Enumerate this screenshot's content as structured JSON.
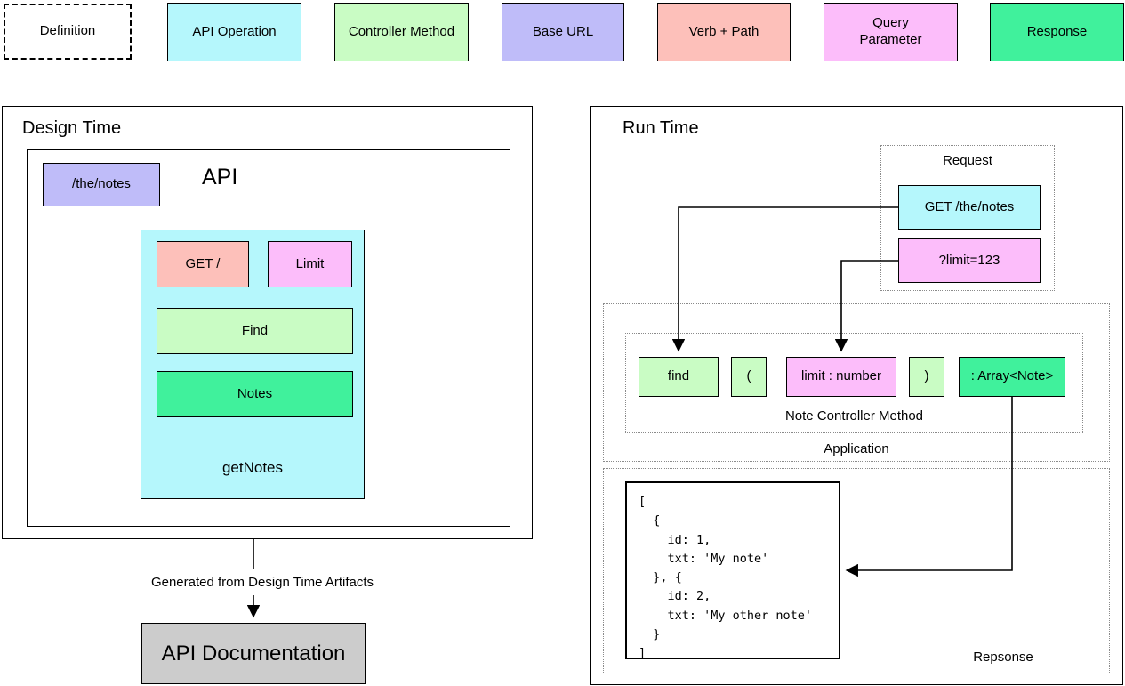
{
  "palette": {
    "definition": "#ffffff",
    "api_operation": "#b5f7fc",
    "controller_method": "#c9fcc4",
    "base_url": "#bfbcf9",
    "verb_path": "#fdc0ba",
    "query_parameter": "#fcbdfa",
    "response": "#40f19c",
    "documentation": "#cccccc"
  },
  "legend": {
    "items": [
      {
        "label": "Definition"
      },
      {
        "label": "API Operation"
      },
      {
        "label": "Controller Method"
      },
      {
        "label": "Base URL"
      },
      {
        "label": "Verb + Path"
      },
      {
        "label": "Query Parameter"
      },
      {
        "label": "Response"
      }
    ]
  },
  "design_time": {
    "title": "Design Time",
    "api_label": "API",
    "base_url": "/the/notes",
    "operation": {
      "verb_path": "GET /",
      "query_param": "Limit",
      "controller_method": "Find",
      "response": "Notes",
      "name": "getNotes"
    },
    "arrow_label": "Generated from Design Time Artifacts",
    "documentation": "API Documentation"
  },
  "run_time": {
    "title": "Run Time",
    "request": {
      "label": "Request",
      "operation": "GET /the/notes",
      "query": "?limit=123"
    },
    "application": {
      "label": "Application",
      "controller": {
        "label": "Note Controller Method",
        "tokens": [
          "find",
          "(",
          "limit : number",
          ")",
          ": Array<Note>"
        ]
      }
    },
    "response": {
      "label": "Repsonse",
      "code_lines": [
        "[",
        "  {",
        "    id: 1,",
        "    txt: 'My note'",
        "  }, {",
        "    id: 2,",
        "    txt: 'My other note'",
        "  }",
        "]"
      ]
    }
  }
}
